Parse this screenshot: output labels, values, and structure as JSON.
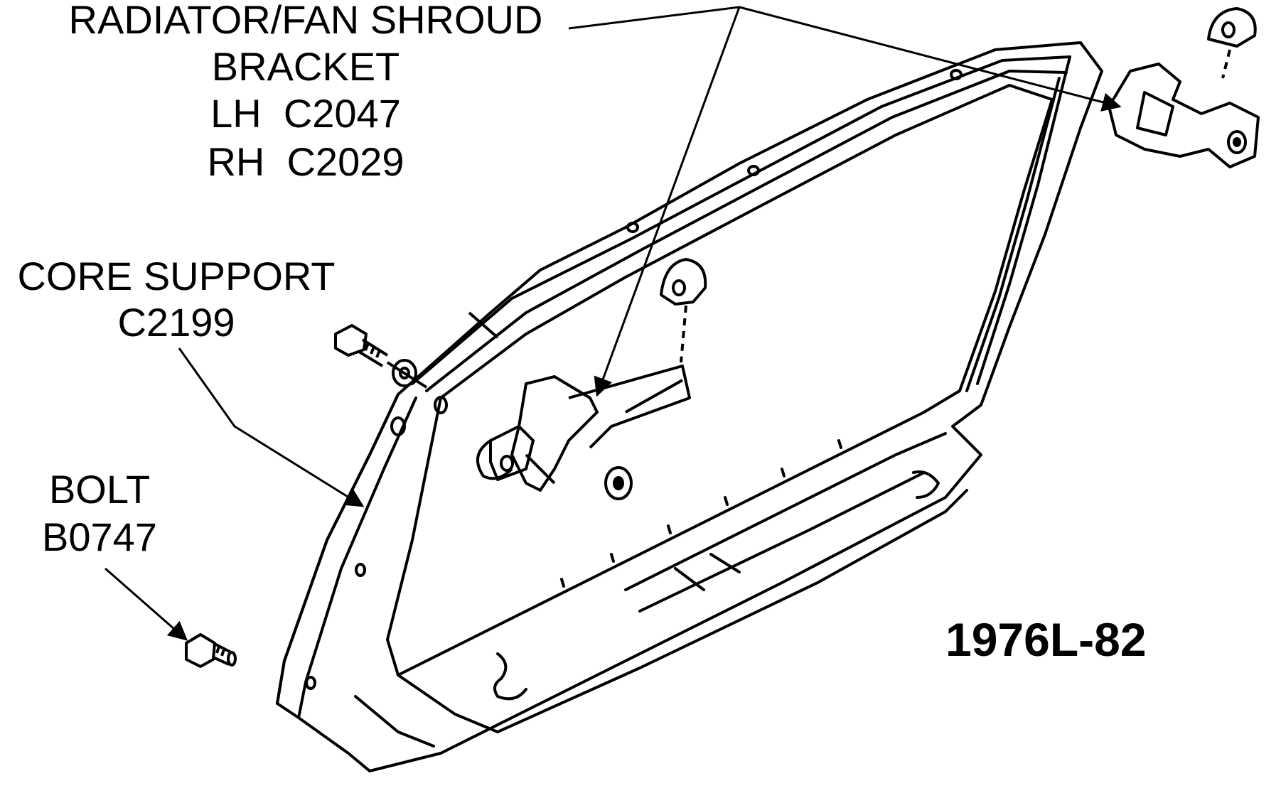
{
  "diagram": {
    "figure_code": "1976L-82",
    "callouts": {
      "bracket": {
        "line1": "RADIATOR/FAN SHROUD",
        "line2": "BRACKET",
        "line3": "LH  C2047",
        "line4": "RH  C2029"
      },
      "core_support": {
        "line1": "CORE SUPPORT",
        "line2": "C2199"
      },
      "bolt": {
        "line1": "BOLT",
        "line2": "B0747"
      }
    },
    "colors": {
      "ink": "#000000",
      "paper": "#ffffff"
    }
  }
}
